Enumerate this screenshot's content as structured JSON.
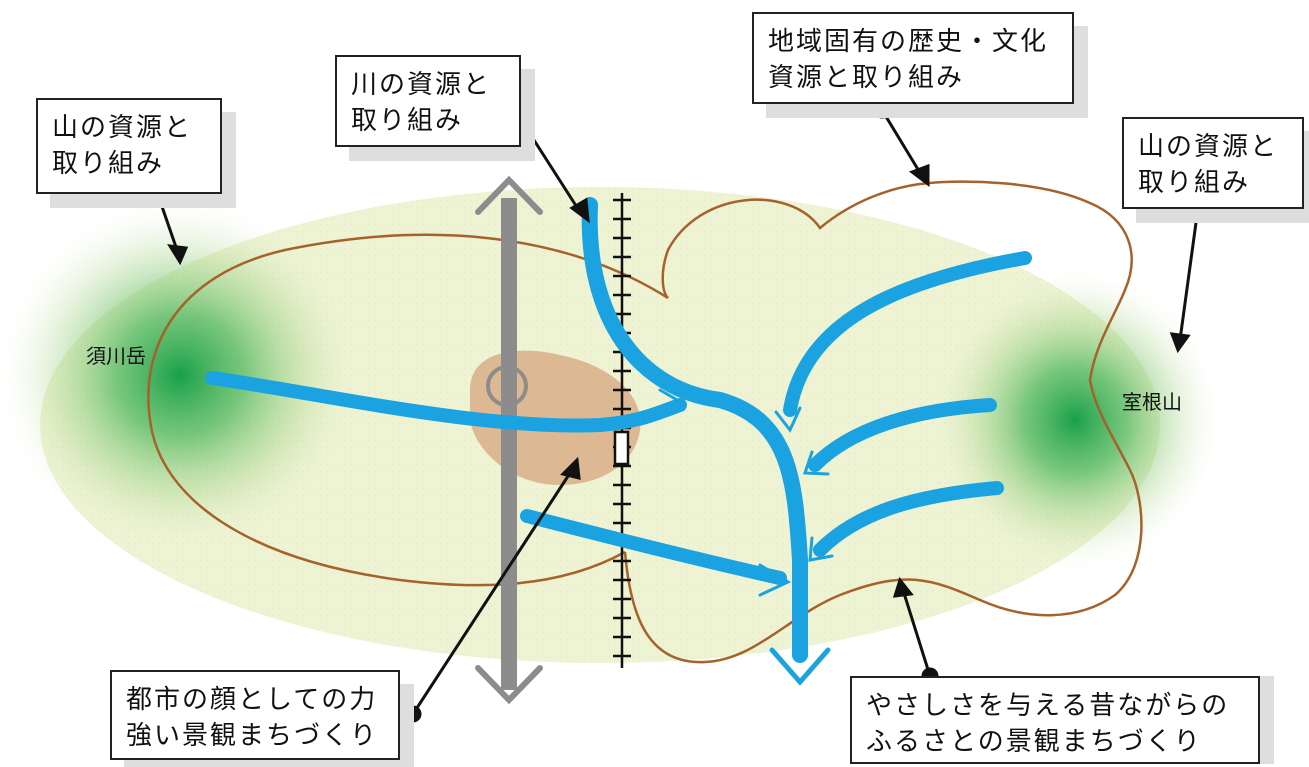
{
  "callouts": {
    "mountain_left": {
      "line1": "山の資源と",
      "line2": "取り組み"
    },
    "river": {
      "line1": "川の資源と",
      "line2": "取り組み"
    },
    "history_culture": {
      "line1": "地域固有の歴史・文化",
      "line2": "資源と取り組み"
    },
    "mountain_right": {
      "line1": "山の資源と",
      "line2": "取り組み"
    },
    "city_face": {
      "line1": "都市の顔としての力",
      "line2": "強い景観まちづくり"
    },
    "hometown": {
      "line1": "やさしさを与える昔ながらの",
      "line2": "ふるさとの景観まちづくり"
    }
  },
  "places": {
    "left_mountain": "須川岳",
    "right_mountain": "室根山"
  },
  "colors": {
    "basin": "#eef3d4",
    "river": "#1aa3e0",
    "forest": "#1aa04a",
    "boundary": "#a5622a",
    "city_core": "#d9b18c",
    "road": "#8c8c8c",
    "railway": "#111111"
  }
}
